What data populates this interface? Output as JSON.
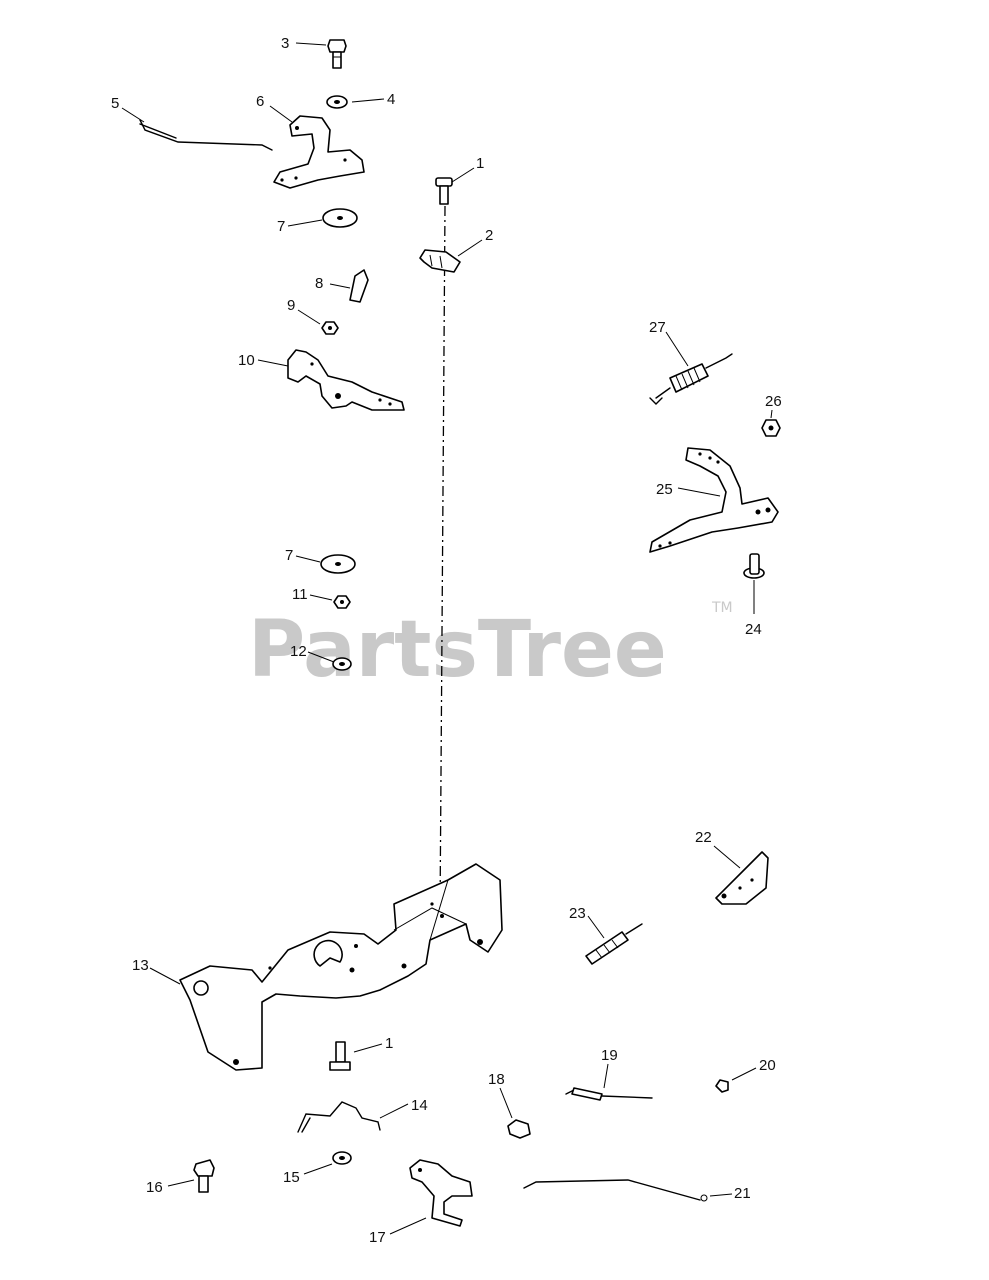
{
  "watermark": {
    "brand": "PartsTree",
    "tm": "TM"
  },
  "callouts": [
    {
      "id": "c1a",
      "label": "1"
    },
    {
      "id": "c1b",
      "label": "1"
    },
    {
      "id": "c2",
      "label": "2"
    },
    {
      "id": "c3",
      "label": "3"
    },
    {
      "id": "c4",
      "label": "4"
    },
    {
      "id": "c5",
      "label": "5"
    },
    {
      "id": "c6",
      "label": "6"
    },
    {
      "id": "c7a",
      "label": "7"
    },
    {
      "id": "c7b",
      "label": "7"
    },
    {
      "id": "c8",
      "label": "8"
    },
    {
      "id": "c9",
      "label": "9"
    },
    {
      "id": "c10",
      "label": "10"
    },
    {
      "id": "c11",
      "label": "11"
    },
    {
      "id": "c12",
      "label": "12"
    },
    {
      "id": "c13",
      "label": "13"
    },
    {
      "id": "c14",
      "label": "14"
    },
    {
      "id": "c15",
      "label": "15"
    },
    {
      "id": "c16",
      "label": "16"
    },
    {
      "id": "c17",
      "label": "17"
    },
    {
      "id": "c18",
      "label": "18"
    },
    {
      "id": "c19",
      "label": "19"
    },
    {
      "id": "c20",
      "label": "20"
    },
    {
      "id": "c21",
      "label": "21"
    },
    {
      "id": "c22",
      "label": "22"
    },
    {
      "id": "c23",
      "label": "23"
    },
    {
      "id": "c24",
      "label": "24"
    },
    {
      "id": "c25",
      "label": "25"
    },
    {
      "id": "c26",
      "label": "26"
    },
    {
      "id": "c27",
      "label": "27"
    }
  ]
}
